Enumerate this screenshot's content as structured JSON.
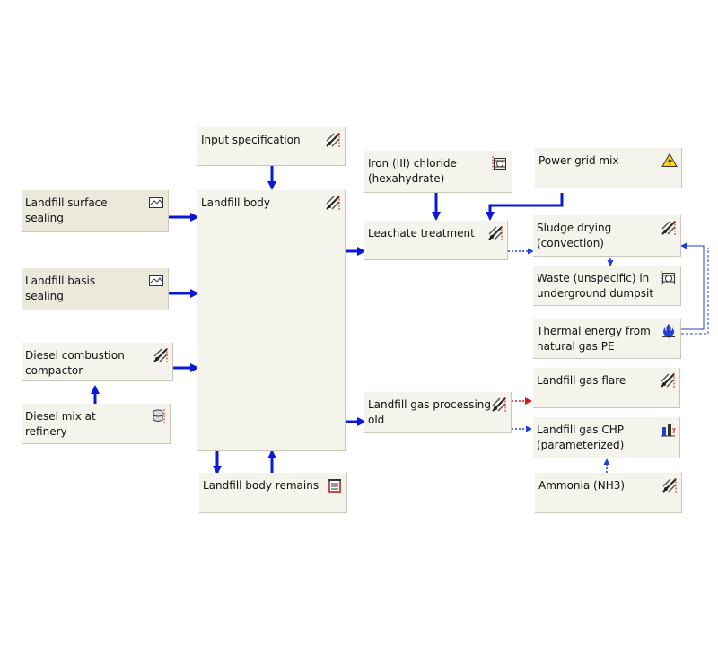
{
  "boxes": {
    "input_spec": {
      "label": "Input specification",
      "icon": "process-icon"
    },
    "landfill_body": {
      "label": "Landfill body",
      "icon": "process-icon"
    },
    "surface_sealing": {
      "label": "Landfill surface\nsealing",
      "icon": "material-icon"
    },
    "basis_sealing": {
      "label": "Landfill basis\nsealing",
      "icon": "material-icon"
    },
    "diesel_combustion": {
      "label": "Diesel combustion\ncompactor",
      "icon": "process-icon"
    },
    "diesel_mix": {
      "label": "Diesel mix at\nrefinery",
      "icon": "fuel-icon"
    },
    "body_remains": {
      "label": "Landfill body remains",
      "icon": "waste-icon"
    },
    "iron_chloride": {
      "label": "Iron (III) chloride\n(hexahydrate)",
      "icon": "chemical-icon"
    },
    "leachate": {
      "label": "Leachate treatment",
      "icon": "process-icon"
    },
    "gas_processing": {
      "label": "Landfill gas processing\nold",
      "icon": "process-icon"
    },
    "power_grid": {
      "label": "Power grid mix",
      "icon": "electricity-icon"
    },
    "sludge_drying": {
      "label": "Sludge drying\n(convection)",
      "icon": "process-icon"
    },
    "waste_dumpsite": {
      "label": "Waste (unspecific) in\nunderground dumpsit",
      "icon": "chemical-icon"
    },
    "thermal_energy": {
      "label": "Thermal energy  from\nnatural gas PE",
      "icon": "flame-icon"
    },
    "gas_flare": {
      "label": "Landfill gas flare",
      "icon": "process-icon"
    },
    "gas_chp": {
      "label": "Landfill gas CHP\n(parameterized)",
      "icon": "chp-icon"
    },
    "ammonia": {
      "label": "Ammonia (NH3)",
      "icon": "process-icon"
    }
  },
  "colors": {
    "main_flow": "#0a19d6",
    "minor_flow": "#1f3fd6",
    "red_flow": "#d61a1a"
  }
}
